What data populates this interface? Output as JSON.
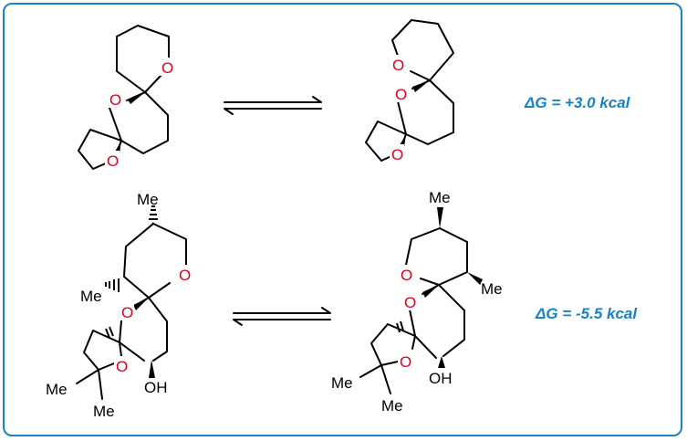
{
  "reactions": [
    {
      "id": "top",
      "energy_label": "ΔG = +3.0 kcal",
      "left_atoms": [
        "O",
        "O",
        "O"
      ],
      "right_atoms": [
        "O",
        "O",
        "O"
      ]
    },
    {
      "id": "bottom",
      "energy_label": "ΔG = -5.5 kcal",
      "left_atoms": [
        "Me",
        "O",
        "Me",
        "O",
        "O",
        "OH",
        "Me",
        "Me"
      ],
      "right_atoms": [
        "Me",
        "O",
        "Me",
        "O",
        "O",
        "OH",
        "Me",
        "Me"
      ]
    }
  ],
  "colors": {
    "accent": "#1a82c4",
    "oxygen": "#e0001b",
    "bond": "#000000"
  }
}
